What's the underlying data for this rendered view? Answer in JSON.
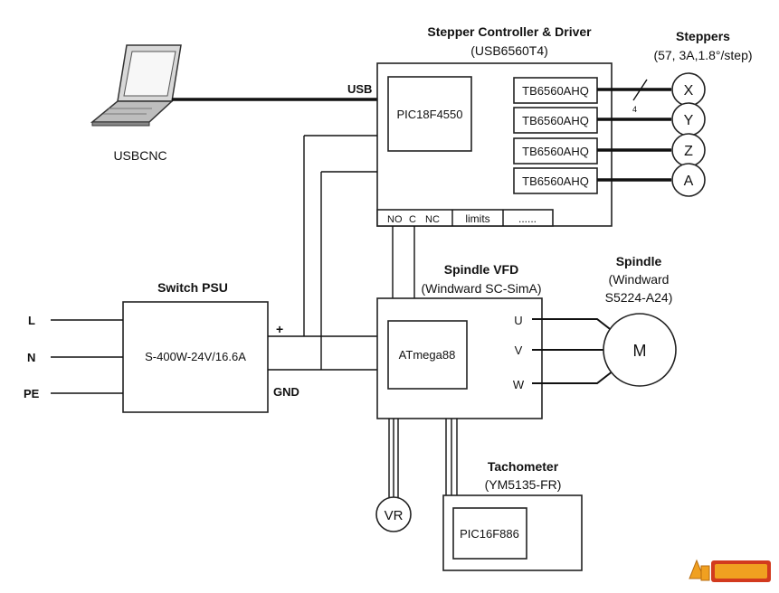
{
  "controller": {
    "title": "Stepper Controller & Driver",
    "model": "(USB6560T4)",
    "mcu": "PIC18F4550",
    "drivers": [
      "TB6560AHQ",
      "TB6560AHQ",
      "TB6560AHQ",
      "TB6560AHQ"
    ],
    "ports": [
      "NO",
      "C",
      "NC",
      "limits",
      "......"
    ],
    "usb_label": "USB"
  },
  "steppers": {
    "title": "Steppers",
    "spec": "(57, 3A,1.8°/step)",
    "wire_count": "4",
    "axes": [
      "X",
      "Y",
      "Z",
      "A"
    ]
  },
  "pc": {
    "label": "USBCNC"
  },
  "psu": {
    "title": "Switch PSU",
    "model": "S-400W-24V/16.6A",
    "inputs": [
      "L",
      "N",
      "PE"
    ],
    "plus": "+",
    "gnd": "GND"
  },
  "vfd": {
    "title": "Spindle VFD",
    "model": "(Windward SC-SimA)",
    "mcu": "ATmega88",
    "phases": [
      "U",
      "V",
      "W"
    ]
  },
  "spindle": {
    "title": "Spindle",
    "model_line1": "(Windward",
    "model_line2": "S5224-A24)",
    "motor": "M"
  },
  "vr": {
    "label": "VR"
  },
  "tacho": {
    "title": "Tachometer",
    "model": "(YM5135-FR)",
    "mcu": "PIC16F886"
  },
  "colors": {
    "line": "#111111",
    "logo_orange": "#f0a020",
    "logo_red": "#d23a1e"
  }
}
